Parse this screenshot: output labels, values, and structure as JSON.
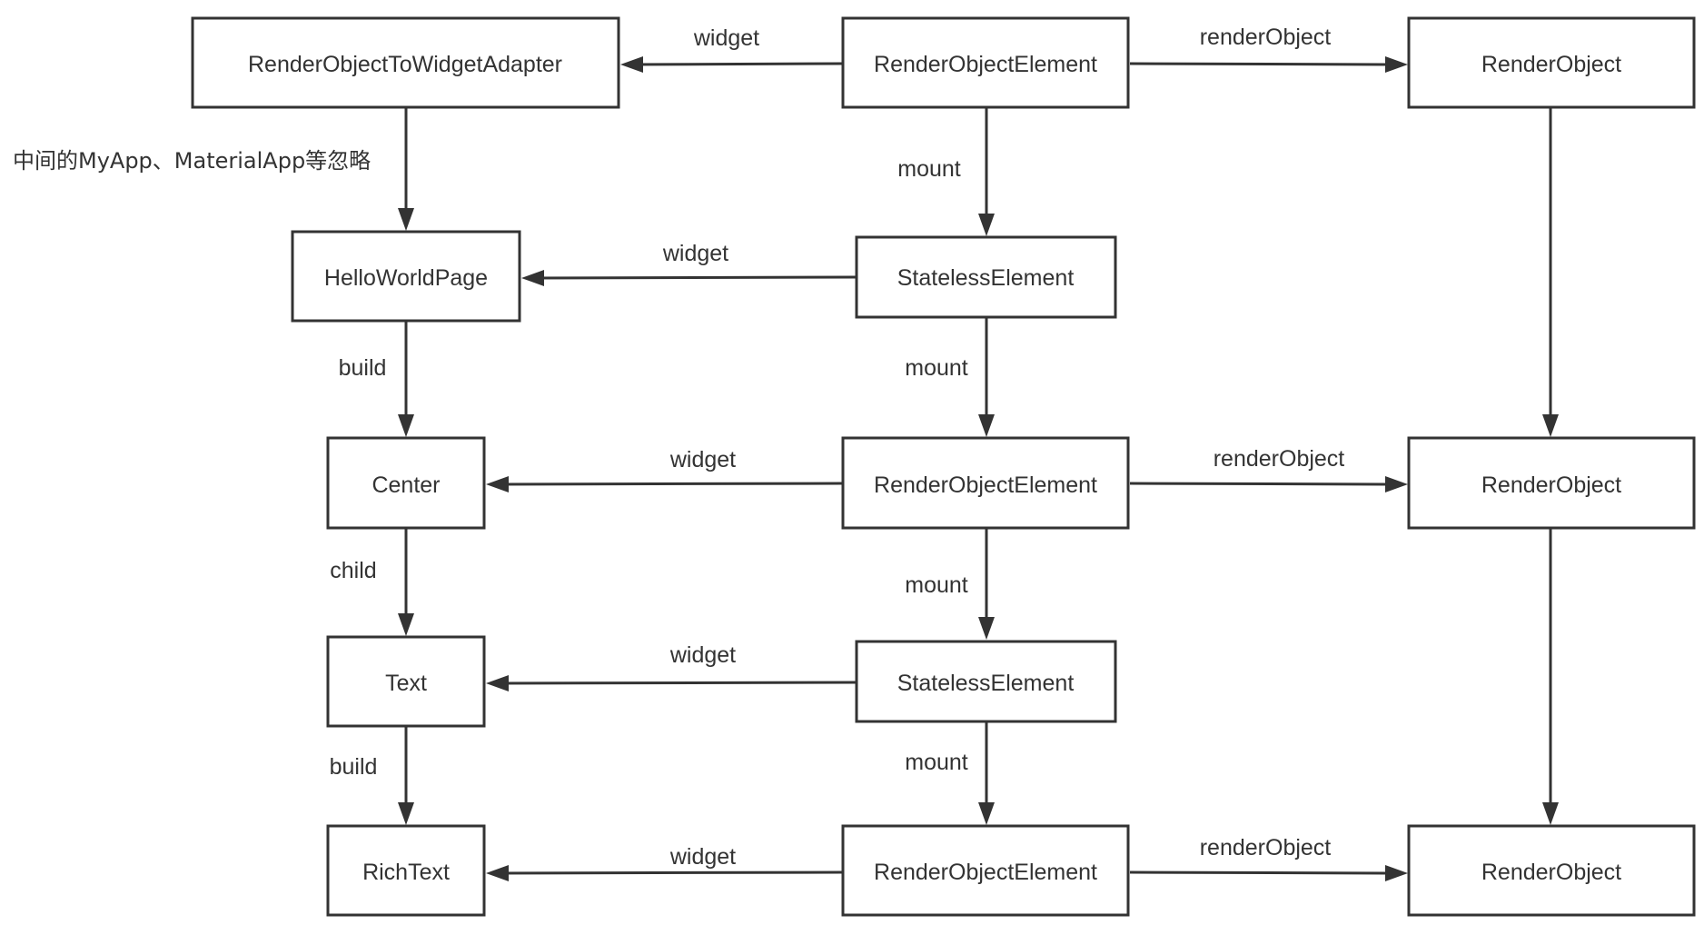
{
  "diagram": {
    "nodes": {
      "adapter": "RenderObjectToWidgetAdapter",
      "roe1": "RenderObjectElement",
      "ro1": "RenderObject",
      "hello": "HelloWorldPage",
      "se1": "StatelessElement",
      "center": "Center",
      "roe2": "RenderObjectElement",
      "ro2": "RenderObject",
      "text": "Text",
      "se2": "StatelessElement",
      "richtext": "RichText",
      "roe3": "RenderObjectElement",
      "ro3": "RenderObject"
    },
    "edges": {
      "widget1": "widget",
      "widget2": "widget",
      "widget3": "widget",
      "widget4": "widget",
      "widget5": "widget",
      "render1": "renderObject",
      "render2": "renderObject",
      "render3": "renderObject",
      "mount1": "mount",
      "mount2": "mount",
      "mount3": "mount",
      "mount4": "mount",
      "build1": "build",
      "child1": "child",
      "build2": "build"
    },
    "note": "中间的MyApp、MaterialApp等忽略",
    "colors": {
      "stroke": "#333333",
      "text": "#333333",
      "background": "#ffffff"
    }
  }
}
